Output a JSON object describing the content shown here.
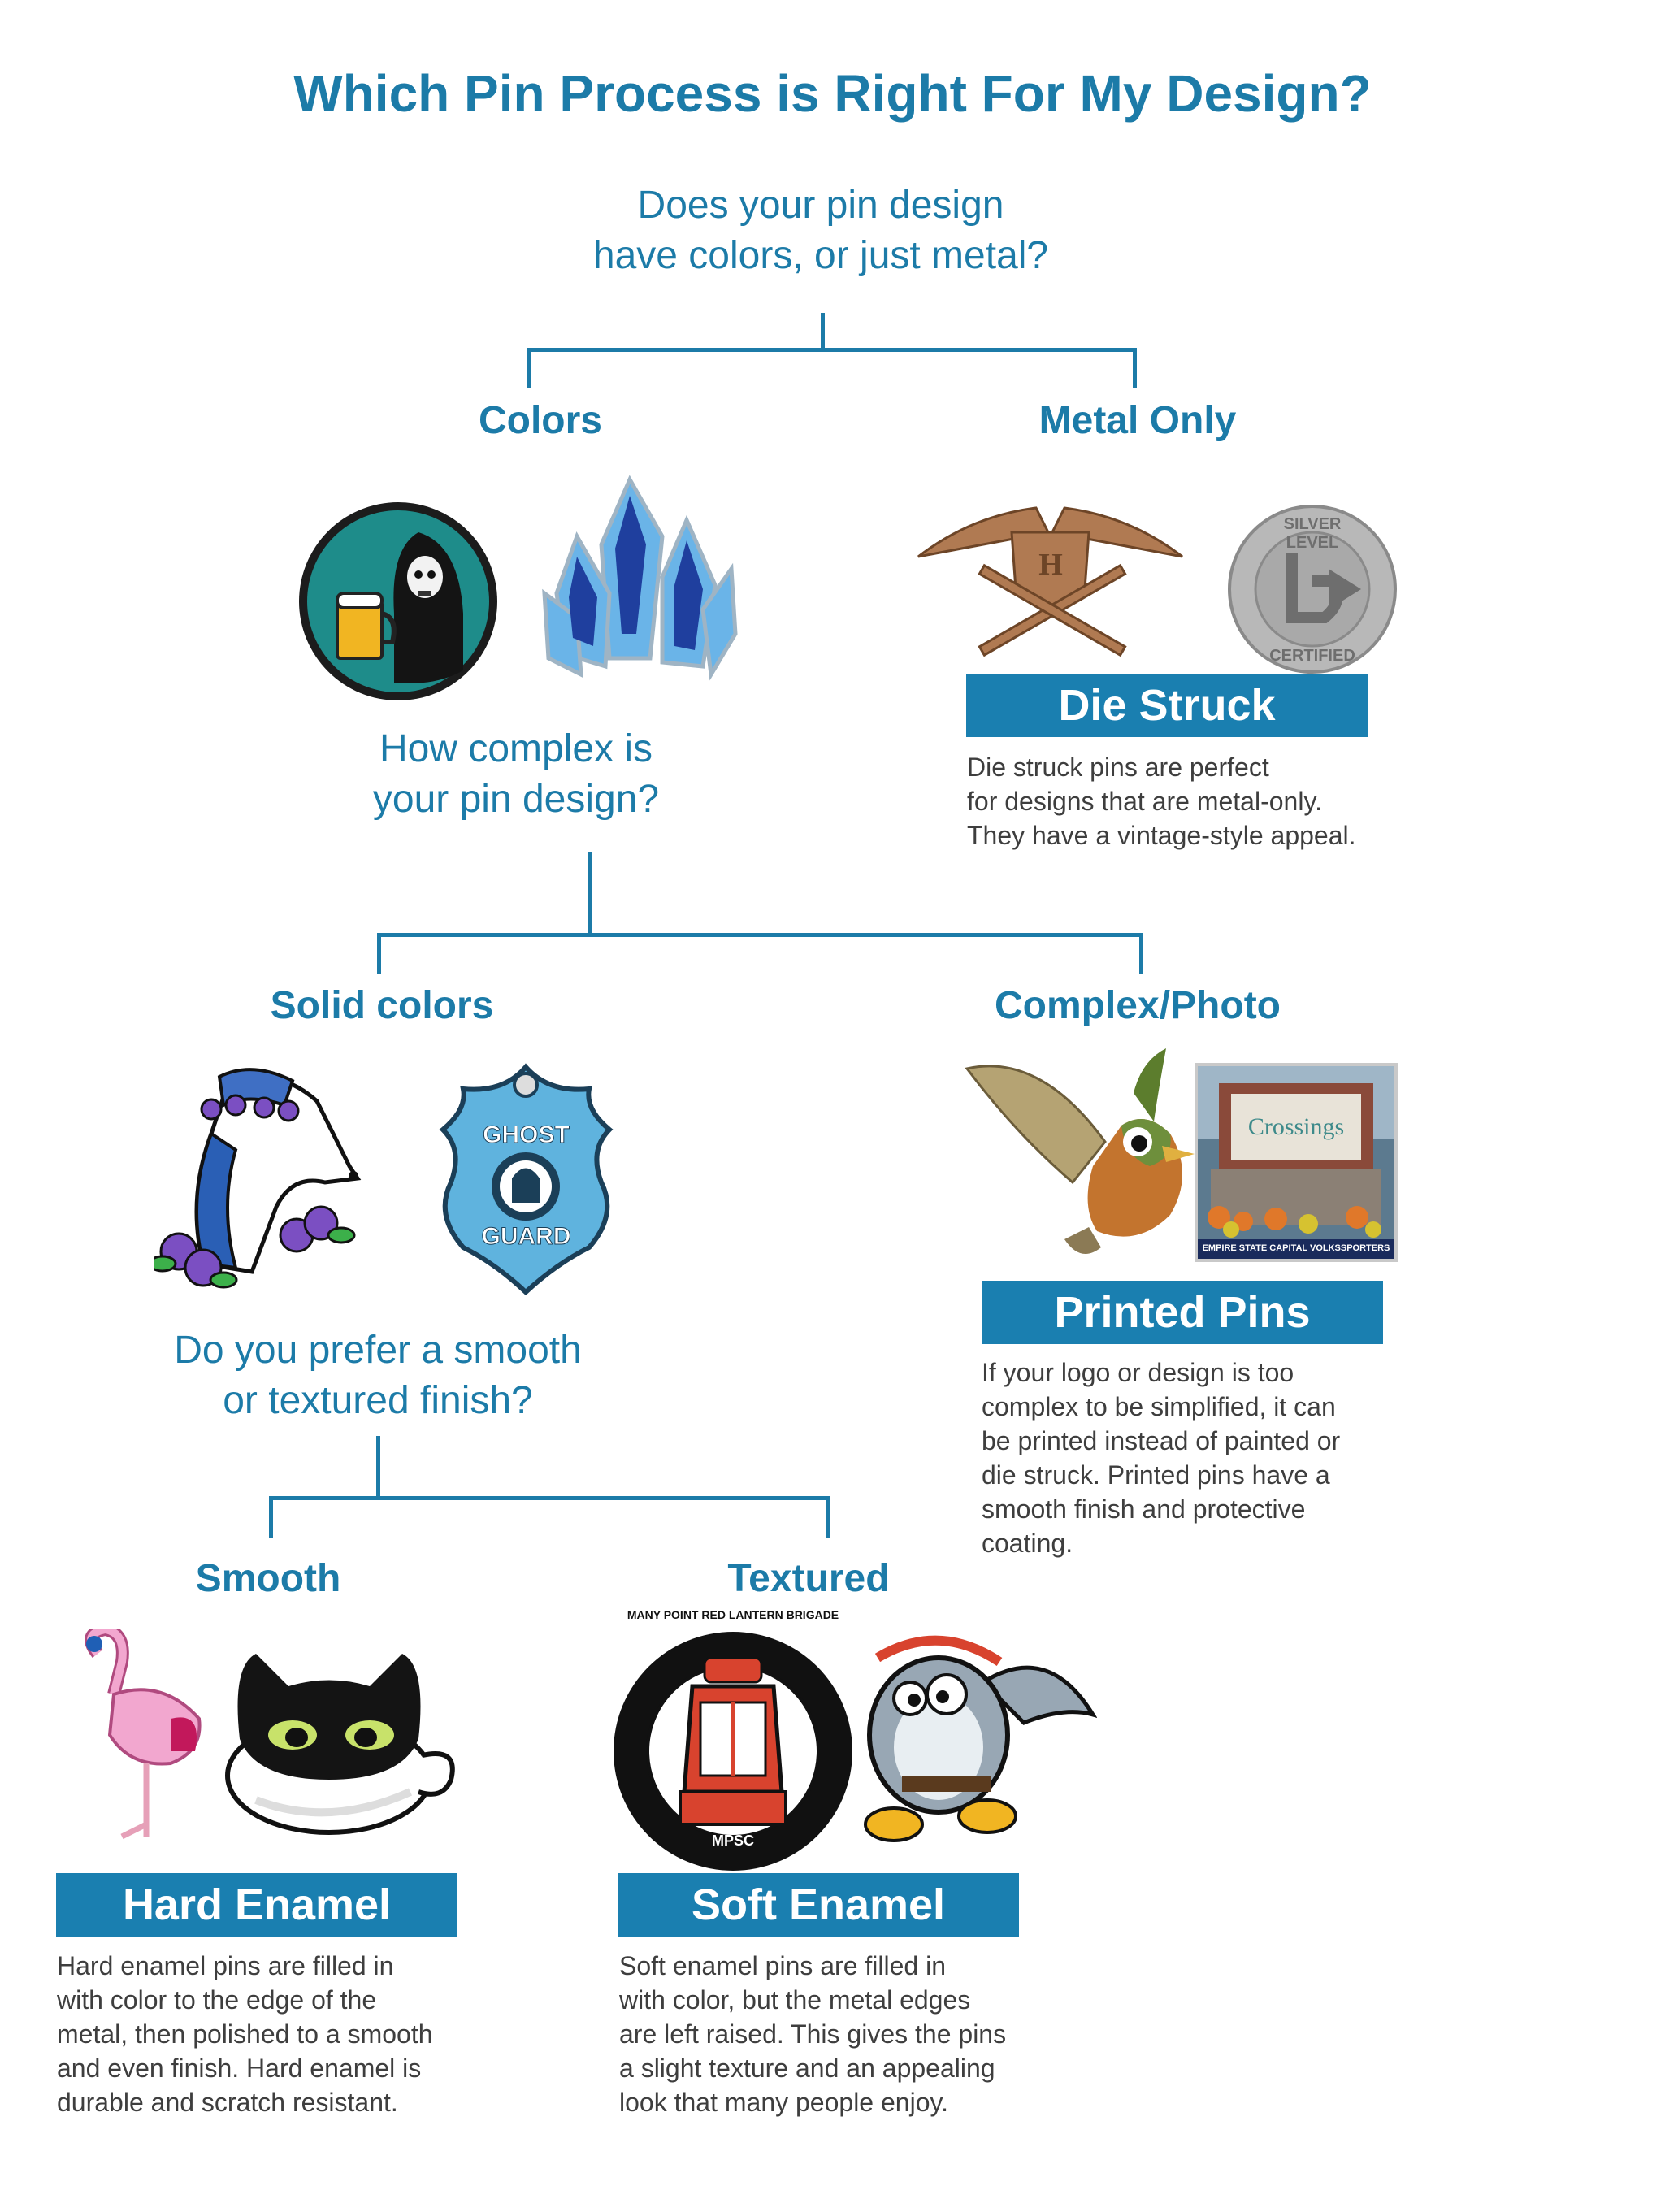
{
  "title": "Which Pin Process is Right For My Design?",
  "q1": {
    "line1": "Does your pin design",
    "line2": "have colors, or just metal?"
  },
  "branch_colors": "Colors",
  "branch_metal": "Metal Only",
  "q2": {
    "line1": "How complex is",
    "line2": "your pin design?"
  },
  "die_struck": {
    "heading": "Die Struck",
    "lines": [
      "Die struck pins are perfect",
      "for designs that are metal-only.",
      "They have a vintage-style appeal."
    ]
  },
  "branch_solid": "Solid colors",
  "branch_complex": "Complex/Photo",
  "q3": {
    "line1": "Do you prefer a smooth",
    "line2": "or textured finish?"
  },
  "printed": {
    "heading": "Printed Pins",
    "lines": [
      "If your logo or design is too",
      "complex to be simplified, it can",
      "be printed instead of painted or",
      "die struck. Printed pins have a",
      "smooth finish and protective",
      "coating."
    ]
  },
  "branch_smooth": "Smooth",
  "branch_textured": "Textured",
  "hard": {
    "heading": "Hard Enamel",
    "lines": [
      "Hard enamel pins are filled in",
      "with color to the edge of the",
      "metal, then polished to a smooth",
      "and even finish. Hard enamel is",
      "durable and scratch resistant."
    ]
  },
  "soft": {
    "heading": "Soft Enamel",
    "lines": [
      "Soft enamel pins are filled in",
      "with color, but the metal edges",
      "are left raised. This gives the pins",
      "a slight texture and an appealing",
      "look that many people enjoy."
    ]
  },
  "pin_text": {
    "ghost_guard_top": "GHOST",
    "ghost_guard_bottom": "GUARD",
    "lantern_ring": "MANY POINT RED LANTERN BRIGADE",
    "lantern_bottom": "MPSC",
    "silver_top": "SILVER LEVEL",
    "silver_bottom": "CERTIFIED",
    "crossings": "Crossings",
    "crossings_footer": "EMPIRE STATE CAPITAL VOLKSSPORTERS"
  },
  "colors": {
    "accent": "#1c7ba8",
    "banner": "#1a7fb0"
  }
}
